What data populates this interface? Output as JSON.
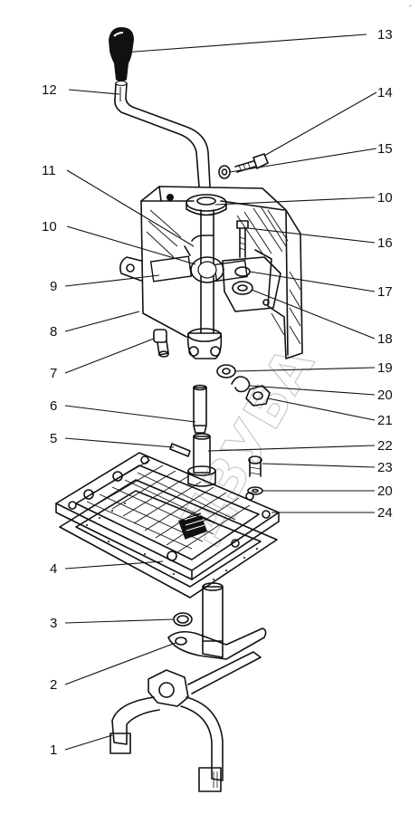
{
  "diagram": {
    "part_labels": {
      "p1": "1",
      "p2": "2",
      "p3": "3",
      "p4": "4",
      "p5": "5",
      "p6": "6",
      "p7": "7",
      "p8": "8",
      "p9": "9",
      "p10a": "10",
      "p10b": "10",
      "p11": "11",
      "p12": "12",
      "p13": "13",
      "p14": "14",
      "p15": "15",
      "p16": "16",
      "p17": "17",
      "p18": "18",
      "p19": "19",
      "p20a": "20",
      "p20b": "20",
      "p21": "21",
      "p22": "22",
      "p23": "23",
      "p24": "24"
    },
    "watermark": "ДЗУБА",
    "corner_mark": "⌐"
  }
}
